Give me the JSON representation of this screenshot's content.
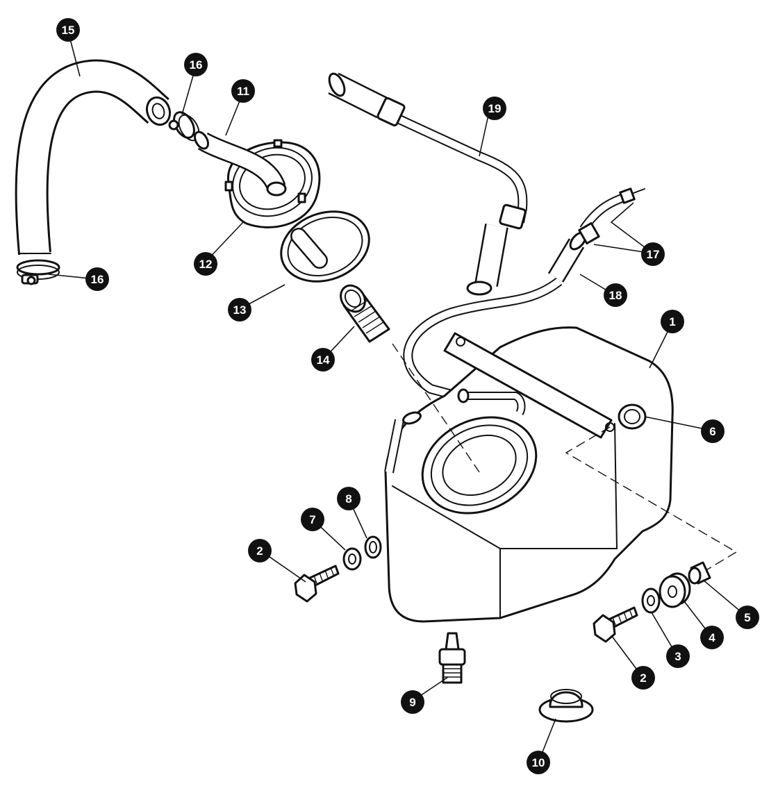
{
  "callouts": {
    "c1": "1",
    "c2a": "2",
    "c2b": "2",
    "c3": "3",
    "c4": "4",
    "c5": "5",
    "c6": "6",
    "c7": "7",
    "c8": "8",
    "c9": "9",
    "c10": "10",
    "c11": "11",
    "c12": "12",
    "c13": "13",
    "c14": "14",
    "c15": "15",
    "c16a": "16",
    "c16b": "16",
    "c17": "17",
    "c18": "18",
    "c19": "19"
  },
  "colors": {
    "line": "#111111",
    "fill": "#ffffff",
    "badge": "#111111",
    "badge_text": "#ffffff"
  }
}
